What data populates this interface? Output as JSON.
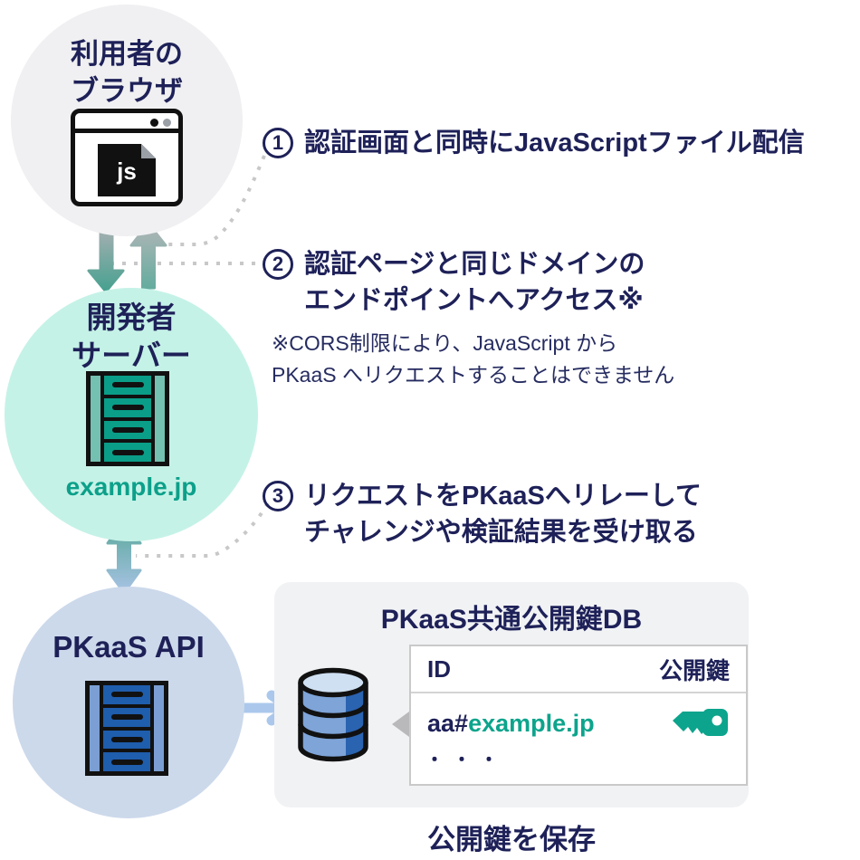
{
  "colors": {
    "navy_text": "#1e2158",
    "teal_accent": "#0ca48c",
    "mint_circle": "#c5f2e7",
    "gray_circle": "#f0f0f2",
    "blue_circle": "#ccd9eb",
    "blue_server": "#1f5dad",
    "teal_server": "#0a9e88",
    "dotted_line": "#c8c8c8"
  },
  "icons": {
    "browser": "browser-window-icon",
    "js_file": "js-file-icon",
    "server": "server-rack-icon",
    "database": "database-cylinder-icon",
    "key": "key-icon"
  },
  "nodes": {
    "browser": {
      "label_line1": "利用者の",
      "label_line2": "ブラウザ",
      "js_badge": "js"
    },
    "developer": {
      "label_line1": "開発者",
      "label_line2": "サーバー",
      "domain": "example.jp"
    },
    "pkaas": {
      "label": "PKaaS API"
    }
  },
  "annotations": {
    "step1": {
      "number": "1",
      "text": "認証画面と同時にJavaScriptファイル配信"
    },
    "step2": {
      "number": "2",
      "line1": "認証ページと同じドメインの",
      "line2": "エンドポイントへアクセス※"
    },
    "step2_note": {
      "line1": "※CORS制限により、JavaScript から",
      "line2": "PKaaS へリクエストすることはできません"
    },
    "step3": {
      "number": "3",
      "line1": "リクエストをPKaaSへリレーして",
      "line2": "チャレンジや検証結果を受け取る"
    }
  },
  "db_panel": {
    "title": "PKaaS共通公開鍵DB",
    "table": {
      "col_id": "ID",
      "col_key": "公開鍵",
      "row_id_prefix": "aa#",
      "row_id_domain": "example.jp",
      "ellipsis": "・・・"
    },
    "caption": "公開鍵を保存"
  }
}
